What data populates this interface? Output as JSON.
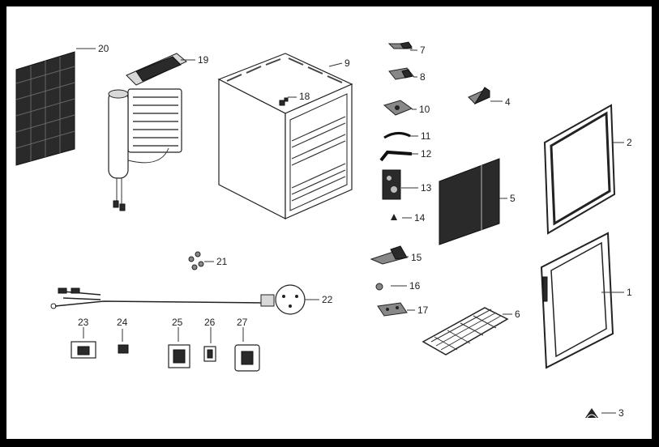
{
  "diagram": {
    "parts": [
      {
        "id": "20",
        "label": "20"
      },
      {
        "id": "19",
        "label": "19"
      },
      {
        "id": "9",
        "label": "9"
      },
      {
        "id": "18",
        "label": "18"
      },
      {
        "id": "7",
        "label": "7"
      },
      {
        "id": "8",
        "label": "8"
      },
      {
        "id": "10",
        "label": "10"
      },
      {
        "id": "4",
        "label": "4"
      },
      {
        "id": "11",
        "label": "11"
      },
      {
        "id": "12",
        "label": "12"
      },
      {
        "id": "2",
        "label": "2"
      },
      {
        "id": "13",
        "label": "13"
      },
      {
        "id": "5",
        "label": "5"
      },
      {
        "id": "14",
        "label": "14"
      },
      {
        "id": "15",
        "label": "15"
      },
      {
        "id": "21",
        "label": "21"
      },
      {
        "id": "16",
        "label": "16"
      },
      {
        "id": "1",
        "label": "1"
      },
      {
        "id": "22",
        "label": "22"
      },
      {
        "id": "17",
        "label": "17"
      },
      {
        "id": "6",
        "label": "6"
      },
      {
        "id": "23",
        "label": "23"
      },
      {
        "id": "24",
        "label": "24"
      },
      {
        "id": "25",
        "label": "25"
      },
      {
        "id": "26",
        "label": "26"
      },
      {
        "id": "27",
        "label": "27"
      },
      {
        "id": "3",
        "label": "3"
      }
    ]
  }
}
